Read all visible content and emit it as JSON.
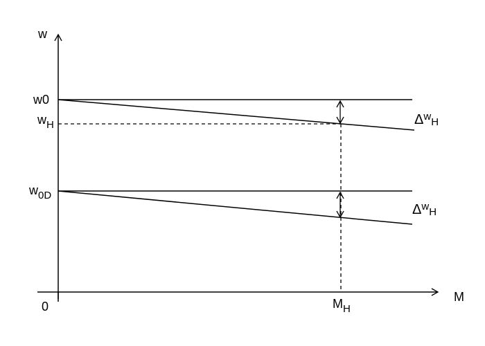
{
  "axes": {
    "y_label": "w",
    "x_label": "M",
    "origin_label": "0"
  },
  "labels": {
    "w0": "w0",
    "wH_main": "w",
    "wH_sub": "H",
    "w0D_main": "w",
    "w0D_sub": "0D",
    "MH_main": "M",
    "MH_sub": "H"
  },
  "annotations": [
    {
      "delta": "Δ",
      "main": "w",
      "sub": "H"
    },
    {
      "delta": "Δ",
      "main": "w",
      "sub": "H"
    }
  ]
}
